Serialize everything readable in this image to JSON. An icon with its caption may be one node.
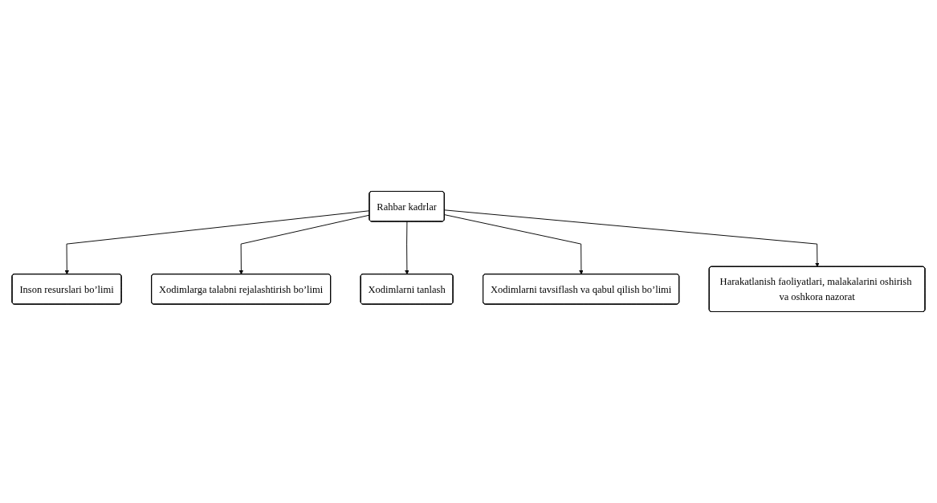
{
  "diagram": {
    "nodes": [
      {
        "text": [
          "Inson resurslari bo’limi"
        ]
      },
      {
        "text": [
          "Xodimlarga talabni rejalashtirish bo’limi"
        ]
      },
      {
        "text": [
          "Rahbar kadrlar"
        ]
      },
      {
        "text": [
          "Xodimlarni tanlash"
        ]
      },
      {
        "text": [
          "Xodimlarni tavsiflash va qabul qilish bo’limi"
        ]
      },
      {
        "text": [
          "Harakatlanish faoliyatlari, malakalarini oshirish va oshkora nazorat"
        ]
      }
    ],
    "edges": [
      {
        "from": 2,
        "to": 0,
        "arrow": "to"
      },
      {
        "from": 2,
        "to": 1,
        "arrow": "to"
      },
      {
        "from": 2,
        "to": 3,
        "arrow": "to"
      },
      {
        "from": 2,
        "to": 4,
        "arrow": "to"
      },
      {
        "from": 2,
        "to": 5,
        "arrow": "to"
      }
    ]
  }
}
